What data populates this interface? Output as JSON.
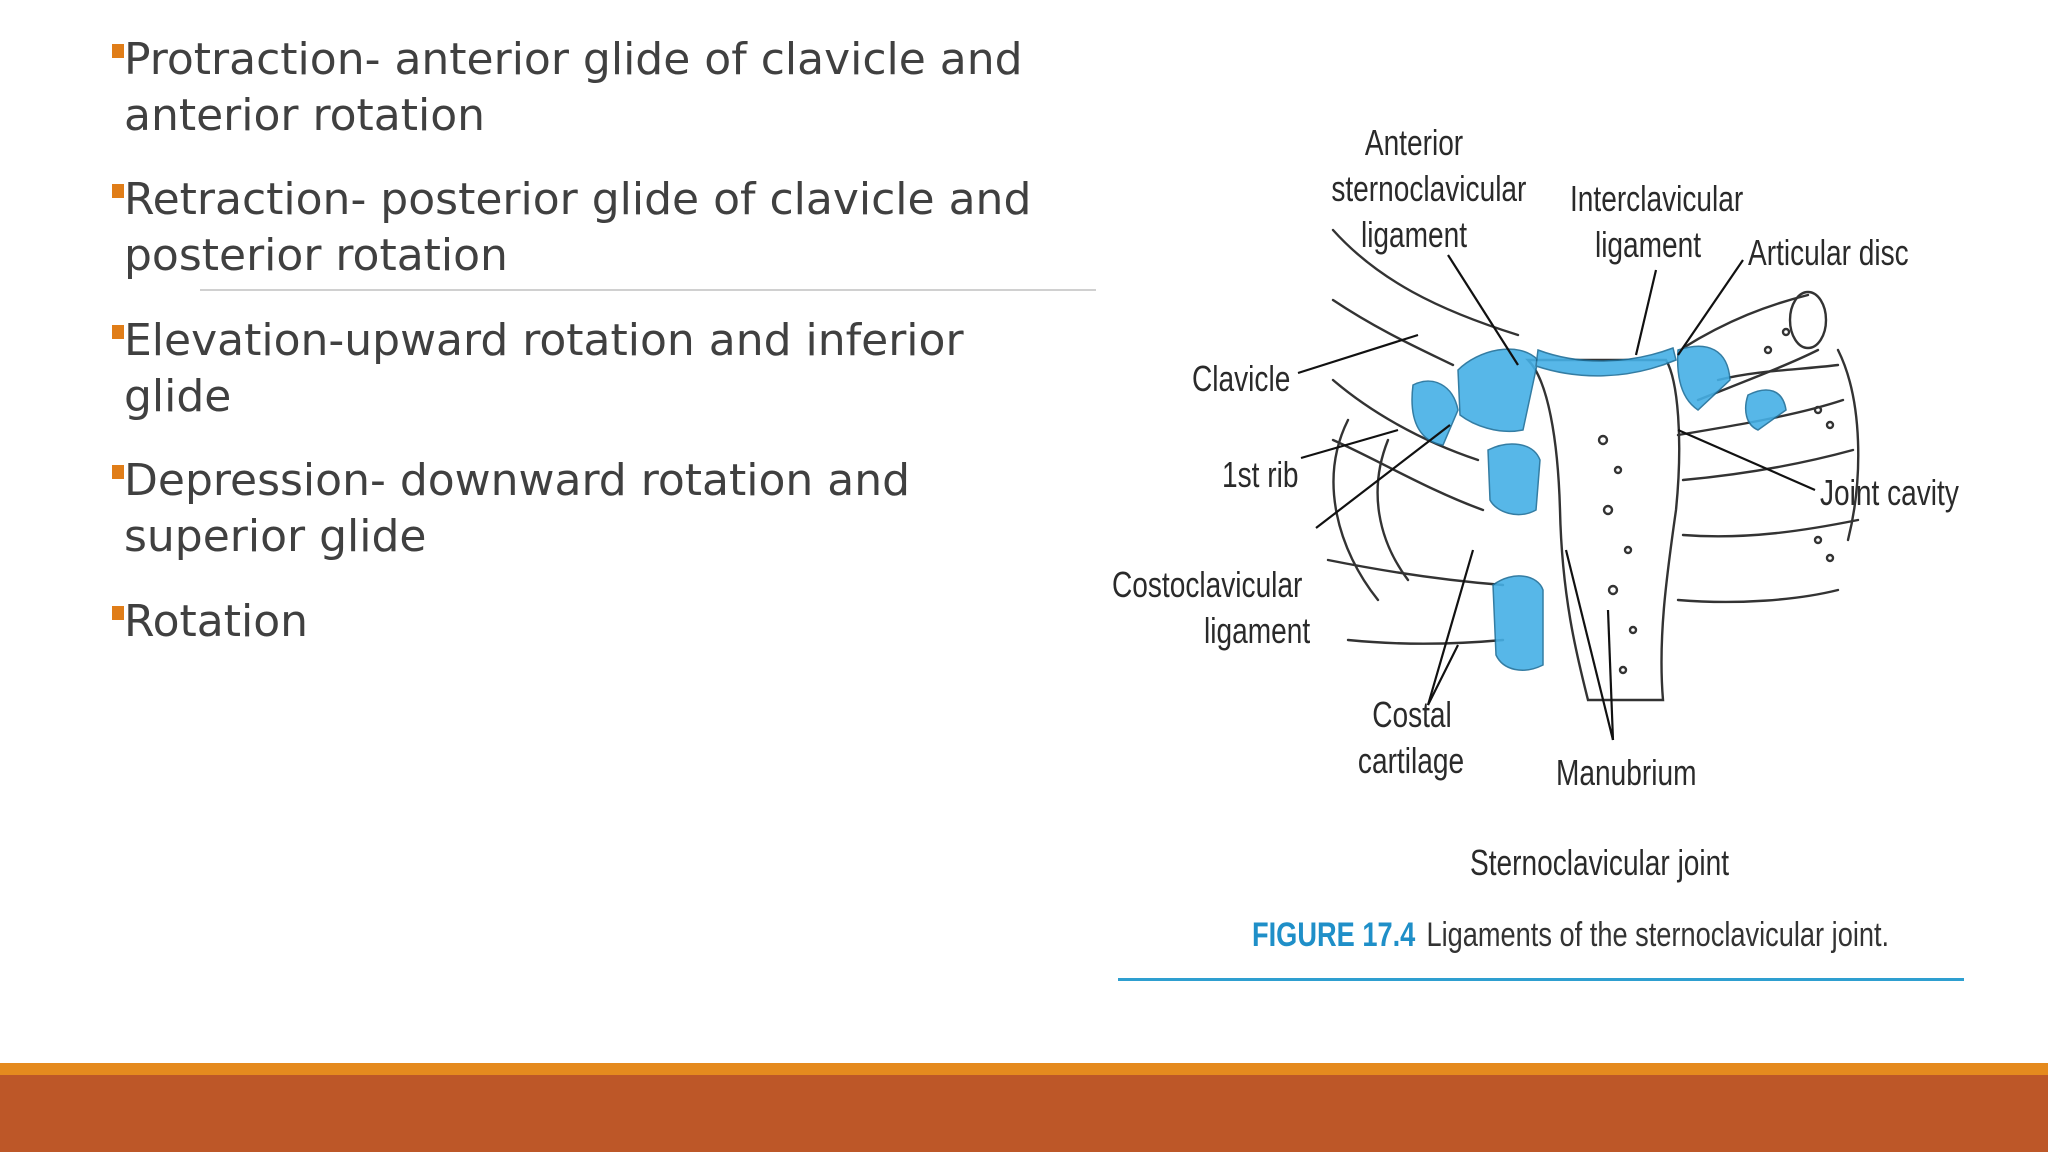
{
  "bullets": [
    {
      "line1": "Protraction- anterior glide of clavicle and",
      "line2": "anterior rotation"
    },
    {
      "line1": "Retraction- posterior glide of clavicle and",
      "line2": "posterior rotation"
    },
    {
      "line1": "Elevation-upward rotation and inferior",
      "line2": "glide"
    },
    {
      "line1": "Depression- downward rotation and",
      "line2": "superior glide"
    },
    {
      "line1": "Rotation",
      "line2": ""
    }
  ],
  "figure": {
    "labels": {
      "anterior_1": "Anterior",
      "anterior_2": "sternoclavicular",
      "anterior_3": "ligament",
      "interclavicular_1": "Interclavicular",
      "interclavicular_2": "ligament",
      "articular_disc": "Articular disc",
      "clavicle": "Clavicle",
      "first_rib": "1st rib",
      "joint_cavity": "Joint cavity",
      "costoclavicular_1": "Costoclavicular",
      "costoclavicular_2": "ligament",
      "costal_1": "Costal",
      "costal_2": "cartilage",
      "manubrium": "Manubrium",
      "joint_title": "Sternoclavicular joint"
    },
    "caption_number": "FIGURE 17.4",
    "caption_text": "Ligaments of the sternoclavicular joint."
  },
  "colors": {
    "bullet": "#e07d18",
    "text": "#404040",
    "ligament": "#45b0e6",
    "caption_accent": "#1f8fc8",
    "footer_stripe": "#e58a1e",
    "footer_bar": "#bd5728"
  }
}
